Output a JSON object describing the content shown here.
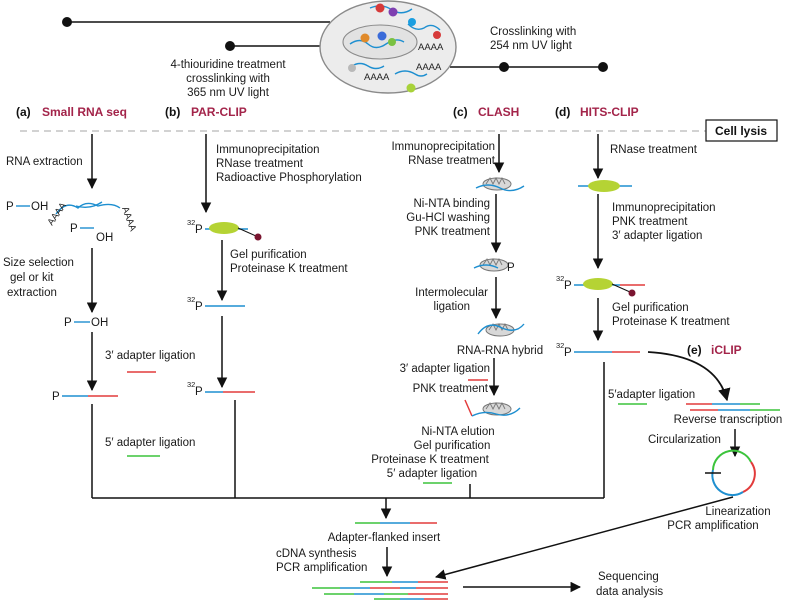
{
  "top": {
    "crosslink_365": [
      "4-thiouridine treatment",
      "crosslinking with",
      "365 nm UV light"
    ],
    "crosslink_254": [
      "Crosslinking with",
      "254 nm UV light"
    ],
    "poly_a": "AAAA"
  },
  "cell_lysis": "Cell lysis",
  "panels": {
    "a": {
      "letter": "(a)",
      "name": "Small RNA seq",
      "steps": {
        "extraction": "RNA extraction",
        "size_selection": [
          "Size selection",
          "gel or kit",
          "extraction"
        ],
        "adapter3": "3′ adapter ligation",
        "adapter5": "5′ adapter ligation"
      },
      "labels": {
        "p": "P",
        "oh": "OH",
        "aaaa": "AAAA"
      }
    },
    "b": {
      "letter": "(b)",
      "name": "PAR-CLIP",
      "steps": {
        "ip": [
          "Immunoprecipitation",
          "RNase treatment",
          "Radioactive Phosphorylation"
        ],
        "gel": [
          "Gel purification",
          "Proteinase K treatment"
        ]
      },
      "labels": {
        "sup": "32",
        "p": "P"
      }
    },
    "c": {
      "letter": "(c)",
      "name": "CLASH",
      "steps": {
        "ip": [
          "Immunoprecipitation",
          "RNase treatment"
        ],
        "nta": [
          "Ni-NTA binding",
          "Gu-HCl washing",
          "PNK treatment"
        ],
        "intermolecular": [
          "Intermolecular",
          "ligation"
        ],
        "hybrid": "RNA-RNA hybrid",
        "adapter3": "3′ adapter ligation",
        "pnk": "PNK treatment",
        "elution": [
          "Ni-NTA elution",
          "Gel purification",
          "Proteinase K treatment",
          "5′ adapter ligation"
        ]
      },
      "labels": {
        "p": "P"
      }
    },
    "d": {
      "letter": "(d)",
      "name": "HITS-CLIP",
      "steps": {
        "rnase": "RNase treatment",
        "ip": [
          "Immunoprecipitation",
          "PNK treatment",
          "3′ adapter ligation"
        ],
        "gel": [
          "Gel purification",
          "Proteinase K treatment"
        ],
        "adapter5": "5′adapter ligation"
      },
      "labels": {
        "sup": "32",
        "p": "P"
      }
    },
    "e": {
      "letter": "(e)",
      "name": "iCLIP",
      "steps": {
        "rt": "Reverse transcription",
        "circ": "Circularization",
        "lin": [
          "Linearization",
          "PCR amplification"
        ]
      }
    }
  },
  "bottom": {
    "insert": "Adapter-flanked insert",
    "cdna": [
      "cDNA synthesis",
      "PCR amplification"
    ],
    "seq": [
      "Sequencing",
      "data analysis"
    ]
  },
  "colors": {
    "accent": "#a3244a",
    "rna": "#1e8fd0",
    "adapter3": "#e23b3b",
    "adapter5": "#3cc43c",
    "protein": "#b5d334",
    "dash": "#c4c4c4"
  }
}
